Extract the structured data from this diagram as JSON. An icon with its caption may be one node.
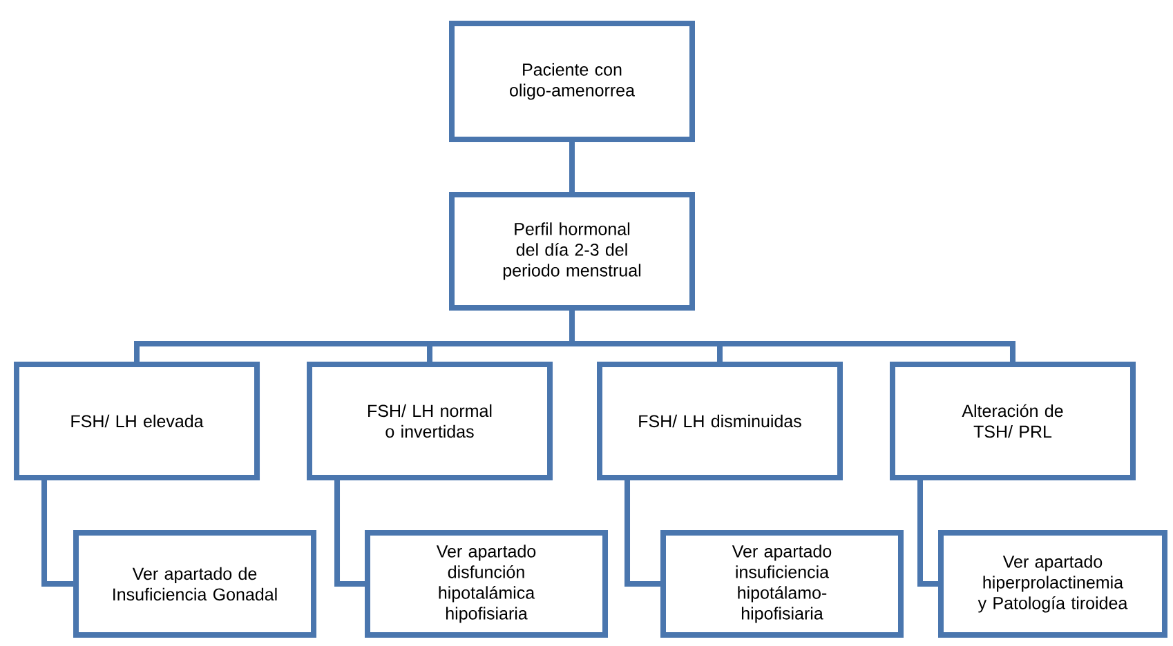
{
  "diagram": {
    "nodes": [
      {
        "text": [
          "Paciente con oligo-amenorrea"
        ]
      },
      {
        "text": [
          "Perfil hormonal del día 2-3 del periodo menstrual"
        ]
      },
      {
        "text": [
          "FSH/ LH elevada"
        ]
      },
      {
        "text": [
          "FSH/ LH normal o invertidas"
        ]
      },
      {
        "text": [
          "FSH/ LH disminuidas"
        ]
      },
      {
        "text": [
          "Alteración de TSH/ PRL"
        ]
      },
      {
        "text": [
          "Ver apartado de Insuficiencia Gonadal"
        ]
      },
      {
        "text": [
          "Ver apartado disfunción hipotalámica hipofisiaria"
        ]
      },
      {
        "text": [
          "Ver apartado insuficiencia hipotálamo-hipofisiaria"
        ]
      },
      {
        "text": [
          "Ver apartado hiperprolactinemia y Patología tiroidea"
        ]
      }
    ],
    "edges": [
      {
        "from": 0,
        "to": 1,
        "arrow": "none"
      },
      {
        "from": 1,
        "to": 2,
        "arrow": "none"
      },
      {
        "from": 1,
        "to": 3,
        "arrow": "none"
      },
      {
        "from": 1,
        "to": 4,
        "arrow": "none"
      },
      {
        "from": 1,
        "to": 5,
        "arrow": "none"
      },
      {
        "from": 2,
        "to": 6,
        "arrow": "none"
      },
      {
        "from": 3,
        "to": 7,
        "arrow": "none"
      },
      {
        "from": 4,
        "to": 8,
        "arrow": "none"
      },
      {
        "from": 5,
        "to": 9,
        "arrow": "none"
      }
    ]
  }
}
